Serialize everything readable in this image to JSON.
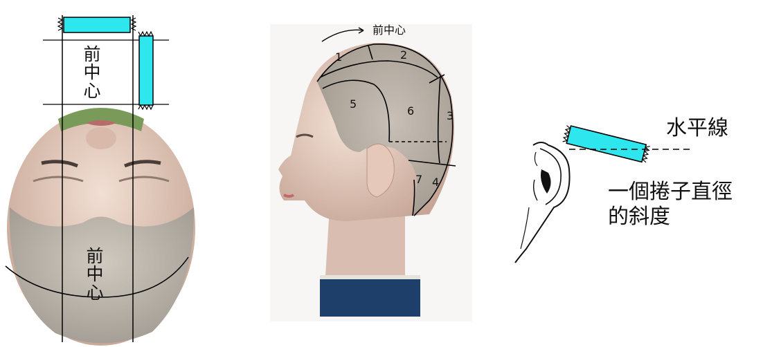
{
  "top_view": {
    "upper_label": [
      "前",
      "中",
      "心"
    ],
    "lower_label": [
      "前",
      "中",
      "心"
    ]
  },
  "side_view": {
    "arrow_label": "前中心",
    "section_numbers": [
      "1",
      "2",
      "3",
      "4",
      "5",
      "6",
      "7"
    ]
  },
  "roller_detail": {
    "horizontal_label": "水平線",
    "angle_label_line1": "一個捲子直徑",
    "angle_label_line2": "的斜度"
  },
  "colors": {
    "roller": "#2ee6ee",
    "skin": "#e8cfc2",
    "hair": "#b8b2a8",
    "neck_band": "#1f3f6b"
  }
}
